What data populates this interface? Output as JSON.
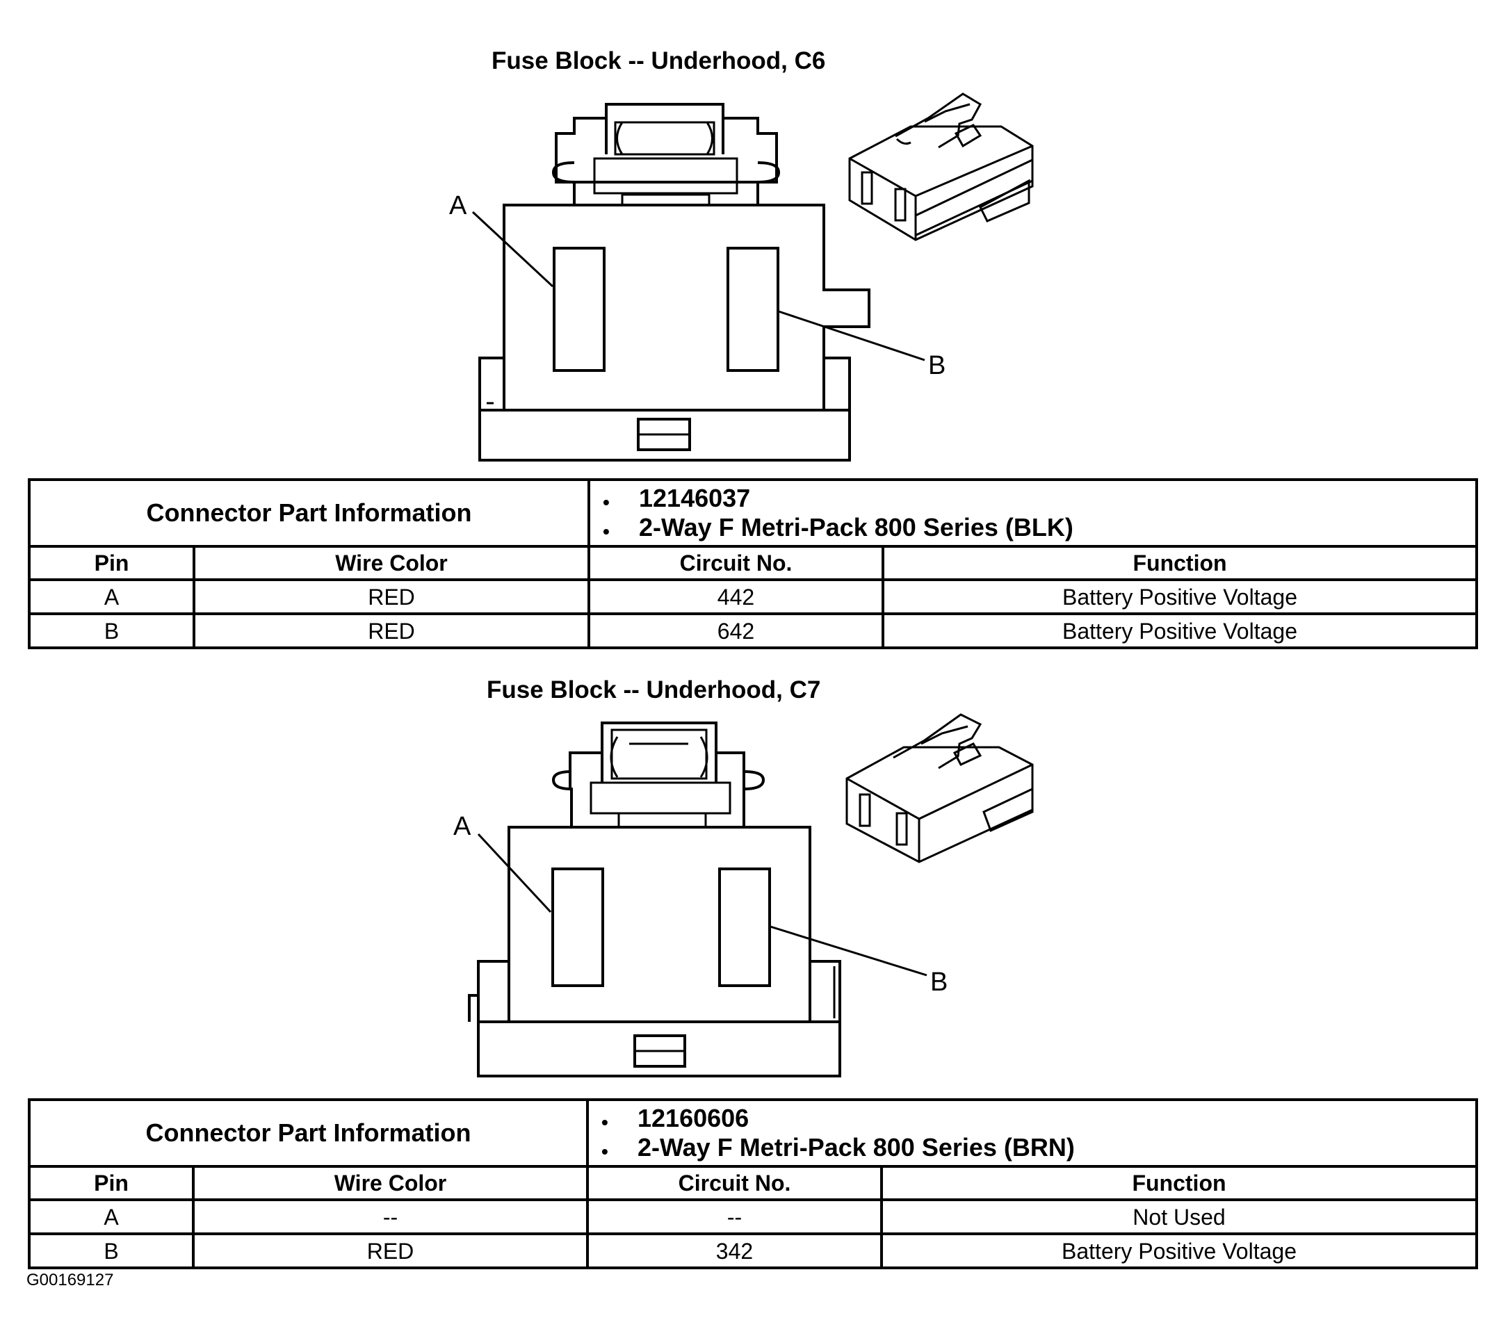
{
  "connectors": [
    {
      "title": "Fuse Block -- Underhood, C6",
      "pin_labels": [
        "A",
        "B"
      ],
      "info_label": "Connector Part Information",
      "part_info": [
        "12146037",
        "2-Way F Metri-Pack 800 Series (BLK)"
      ],
      "columns": [
        "Pin",
        "Wire Color",
        "Circuit No.",
        "Function"
      ],
      "rows": [
        {
          "pin": "A",
          "wire_color": "RED",
          "circuit": "442",
          "function": "Battery Positive Voltage"
        },
        {
          "pin": "B",
          "wire_color": "RED",
          "circuit": "642",
          "function": "Battery Positive Voltage"
        }
      ]
    },
    {
      "title": "Fuse Block -- Underhood, C7",
      "pin_labels": [
        "A",
        "B"
      ],
      "info_label": "Connector Part Information",
      "part_info": [
        "12160606",
        "2-Way F Metri-Pack 800 Series (BRN)"
      ],
      "columns": [
        "Pin",
        "Wire Color",
        "Circuit No.",
        "Function"
      ],
      "rows": [
        {
          "pin": "A",
          "wire_color": "--",
          "circuit": "--",
          "function": "Not Used"
        },
        {
          "pin": "B",
          "wire_color": "RED",
          "circuit": "342",
          "function": "Battery Positive Voltage"
        }
      ]
    }
  ],
  "figure_id": "G00169127"
}
